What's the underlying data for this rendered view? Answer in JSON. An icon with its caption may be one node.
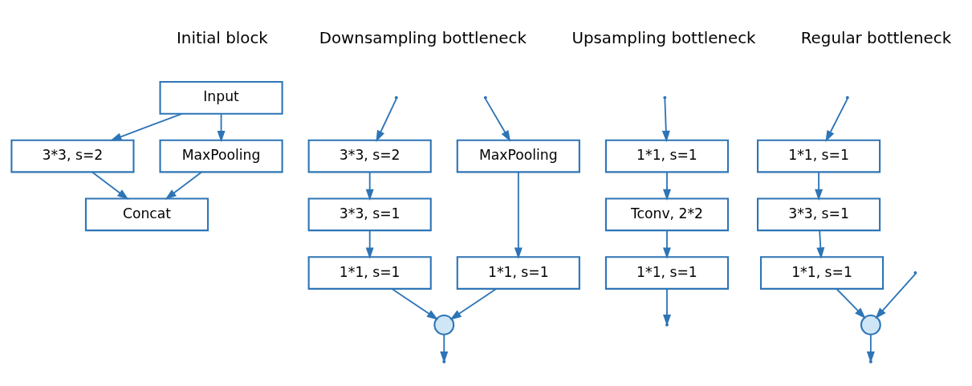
{
  "diagram": {
    "nodes": [
      {
        "text": [
          "Input"
        ]
      },
      {
        "text": [
          "3*3, s=2"
        ]
      },
      {
        "text": [
          "MaxPooling"
        ]
      },
      {
        "text": [
          "Concat"
        ]
      },
      {
        "text": [
          "3*3, s=2"
        ]
      },
      {
        "text": [
          "MaxPooling"
        ]
      },
      {
        "text": [
          "3*3, s=1"
        ]
      },
      {
        "text": [
          "1*1, s=1"
        ]
      },
      {
        "text": [
          "1*1, s=1"
        ]
      },
      {
        "text": [],
        "shape": "circle"
      },
      {
        "text": [
          "1*1, s=1"
        ]
      },
      {
        "text": [
          "Tconv, 2*2"
        ]
      },
      {
        "text": [
          "1*1, s=1"
        ]
      },
      {
        "text": [
          "1*1, s=1"
        ]
      },
      {
        "text": [
          "3*3, s=1"
        ]
      },
      {
        "text": [
          "1*1, s=1"
        ]
      },
      {
        "text": [],
        "shape": "circle"
      }
    ],
    "edges": [
      {
        "from": 0,
        "to": 1,
        "arrow": "to"
      },
      {
        "from": 0,
        "to": 2,
        "arrow": "to"
      },
      {
        "from": 1,
        "to": 3,
        "arrow": "to"
      },
      {
        "from": 2,
        "to": 3,
        "arrow": "to"
      },
      {
        "from": null,
        "to": 4,
        "arrow": "to"
      },
      {
        "from": null,
        "to": 5,
        "arrow": "to"
      },
      {
        "from": 4,
        "to": 6,
        "arrow": "to"
      },
      {
        "from": 6,
        "to": 8,
        "arrow": "to"
      },
      {
        "from": 5,
        "to": 7,
        "arrow": "to"
      },
      {
        "from": 7,
        "to": 9,
        "arrow": "to"
      },
      {
        "from": 8,
        "to": 9,
        "arrow": "to"
      },
      {
        "from": 9,
        "to": null,
        "arrow": "to"
      },
      {
        "from": null,
        "to": 10,
        "arrow": "to"
      },
      {
        "from": 10,
        "to": 11,
        "arrow": "to"
      },
      {
        "from": 11,
        "to": 12,
        "arrow": "to"
      },
      {
        "from": 12,
        "to": null,
        "arrow": "to"
      },
      {
        "from": null,
        "to": 13,
        "arrow": "to"
      },
      {
        "from": null,
        "to": 16,
        "arrow": "to"
      },
      {
        "from": 13,
        "to": 14,
        "arrow": "to"
      },
      {
        "from": 14,
        "to": 15,
        "arrow": "to"
      },
      {
        "from": 15,
        "to": 16,
        "arrow": "to"
      },
      {
        "from": 16,
        "to": null,
        "arrow": "to"
      }
    ],
    "labels": [
      "Initial block",
      "Downsampling bottleneck",
      "Upsampling bottleneck",
      "Regular bottleneck"
    ]
  }
}
